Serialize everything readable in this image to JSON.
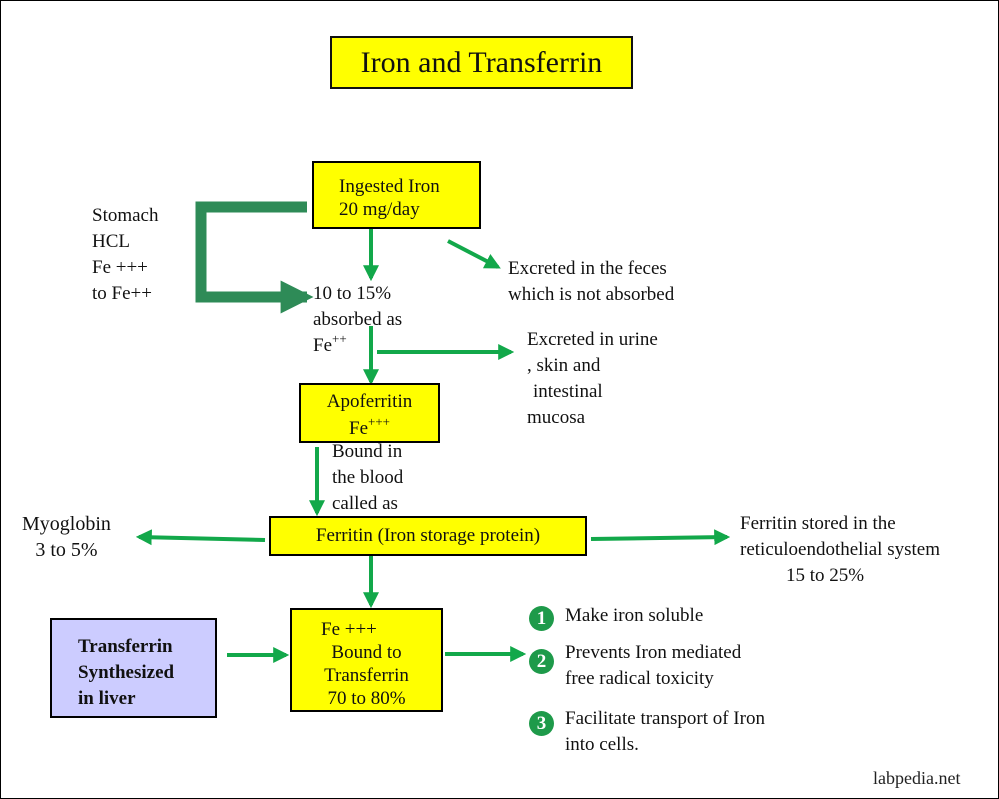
{
  "title": "Iron and Transferrin",
  "ingested_box": {
    "line1": "Ingested Iron",
    "line2": "20 mg/day"
  },
  "stomach_note": {
    "line1": "Stomach",
    "line2": "HCL",
    "line3": "Fe +++",
    "line4": "to Fe++"
  },
  "absorbed_note": {
    "line1": "10 to 15%",
    "line2": "absorbed as",
    "line3_base": "Fe",
    "line3_sup": "++"
  },
  "feces_note": {
    "line1": "Excreted in the feces",
    "line2": "which is not absorbed"
  },
  "urine_note": {
    "line1": "Excreted in urine",
    "line2": ", skin and",
    "line3": "intestinal",
    "line4": "mucosa"
  },
  "apoferritin_box": {
    "line1": "Apoferritin",
    "line2_base": "Fe",
    "line2_sup": "+++"
  },
  "bound_note": {
    "line1": "Bound in",
    "line2": "the blood",
    "line3": "called as"
  },
  "ferritin_box": {
    "label": "Ferritin (Iron storage protein)"
  },
  "myoglobin_note": {
    "line1": "Myoglobin",
    "line2": "3 to 5%"
  },
  "storage_note": {
    "line1": "Ferritin stored in the",
    "line2": "reticuloendothelial system",
    "line3": "15 to 25%"
  },
  "transferrin_box": {
    "line1": "Fe +++",
    "line2": "Bound to",
    "line3": "Transferrin",
    "line4": "70 to 80%"
  },
  "synthesis_box": {
    "line1": "Transferrin",
    "line2": "Synthesized",
    "line3": "in liver"
  },
  "functions": [
    {
      "number": "1",
      "line1": "Make iron soluble"
    },
    {
      "number": "2",
      "line1": "Prevents Iron  mediated",
      "line2": "free radical toxicity"
    },
    {
      "number": "3",
      "line1": "Facilitate transport of Iron",
      "line2": "into cells."
    }
  ],
  "watermark": "labpedia.net",
  "colors": {
    "box_fill": "#ffff00",
    "synthesis_fill": "#ccccff",
    "arrow_green": "#12a84a",
    "stomach_arrow_green": "#2e8b57",
    "number_badge_green": "#1e9a4a"
  },
  "icons": {
    "arrow": "green-arrow-icon",
    "number_badge": "number-badge-icon"
  }
}
